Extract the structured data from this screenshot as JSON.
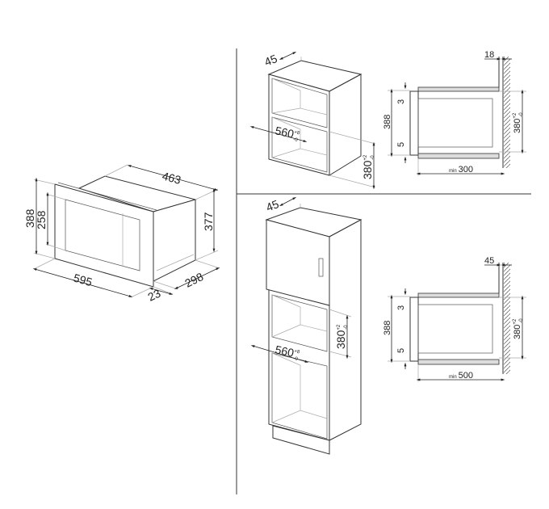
{
  "appliance_view": {
    "depth_total": "463",
    "height_front": "388",
    "height_window": "258",
    "height_body": "377",
    "width_front": "595",
    "depth_body": "298",
    "front_thickness": "23"
  },
  "cabinet_top": {
    "gap": "45",
    "niche_width": "560",
    "niche_width_tol_plus": "+8",
    "niche_width_tol_minus": "-0",
    "niche_height": "380",
    "niche_height_tol_plus": "+2",
    "niche_height_tol_minus": "-0"
  },
  "section_top": {
    "rear_gap": "18",
    "height": "388",
    "top_gap": "3",
    "bottom_gap": "5",
    "niche_height": "380",
    "niche_height_tol_plus": "+2",
    "niche_height_tol_minus": "-0",
    "min_prefix": "min",
    "min_depth": "300"
  },
  "cabinet_tall": {
    "gap": "45",
    "niche_width": "560",
    "niche_width_tol_plus": "+8",
    "niche_width_tol_minus": "-0",
    "niche_height": "380",
    "niche_height_tol_plus": "+2",
    "niche_height_tol_minus": "-0"
  },
  "section_bottom": {
    "rear_gap": "45",
    "height": "388",
    "top_gap": "3",
    "bottom_gap": "5",
    "niche_height": "380",
    "niche_height_tol_plus": "+2",
    "niche_height_tol_minus": "-0",
    "min_prefix": "min",
    "min_depth": "500"
  }
}
